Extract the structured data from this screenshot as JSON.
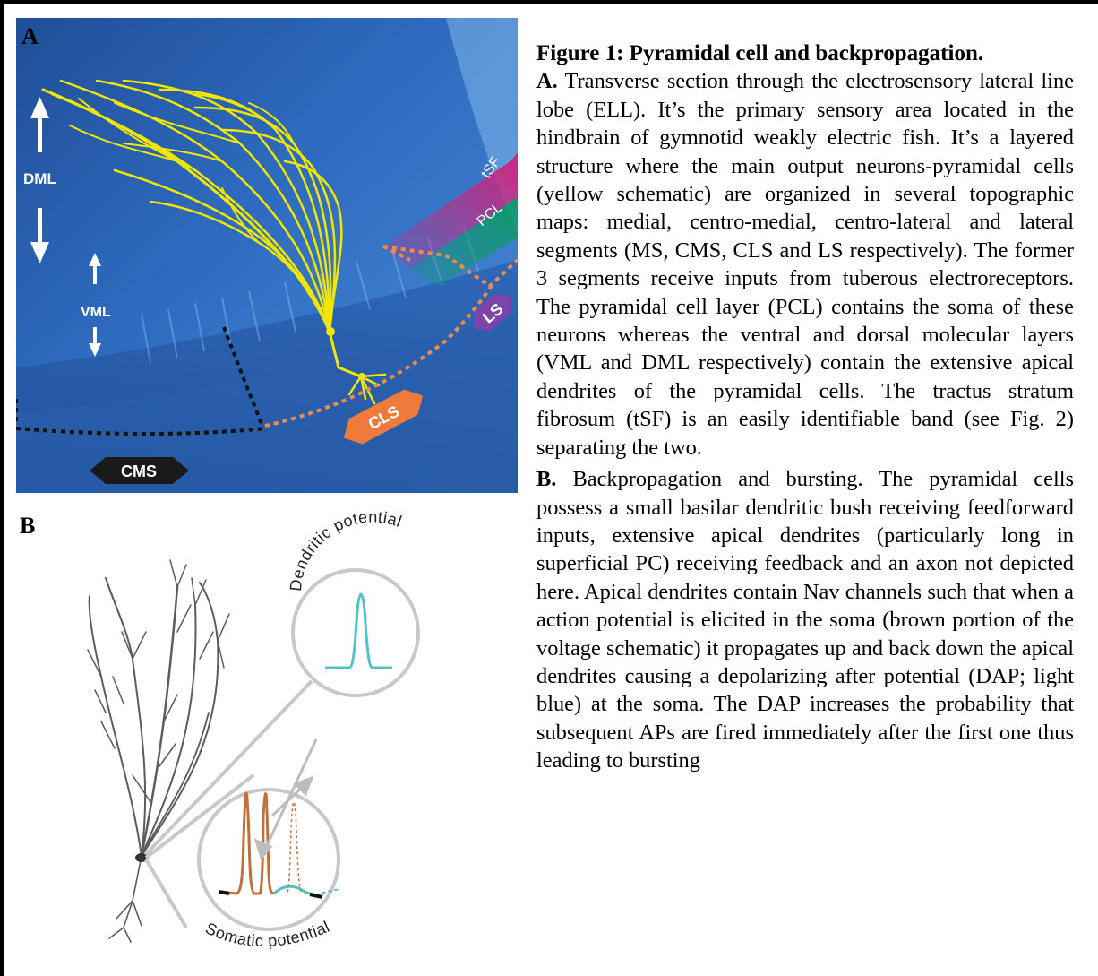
{
  "figure": {
    "title": "Figure 1: Pyramidal cell and backpropagation.",
    "panel_a_letter": "A",
    "panel_b_letter": "B",
    "caption_a_lead": "A.",
    "caption_a_text": "Transverse section through the electrosensory lateral line lobe (ELL). It’s the primary sensory area located in the hindbrain of gymnotid weakly electric fish. It’s a layered structure where the main output neurons-pyramidal cells (yellow schematic) are organized in several topographic maps: medial, centro-medial, centro-lateral and lateral segments (MS, CMS, CLS and LS respectively). The former 3 segments receive inputs from tuberous electroreceptors. The pyramidal cell layer (PCL) contains the soma of these neurons whereas the ventral and dorsal molecular layers (VML and DML respectively) contain the extensive apical dendrites of the pyramidal cells. The tractus stratum fibrosum (tSF) is an easily identifiable band (see Fig. 2) separating the two.",
    "caption_b_lead": "B.",
    "caption_b_text": "Backpropagation and bursting. The pyramidal cells possess a small basilar dendritic bush receiving feedforward inputs, extensive apical dendrites (particularly long in superficial PC) receiving feedback and an axon not depicted here. Apical dendrites contain Nav channels such that when a action potential is elicited in the soma (brown portion of the voltage schematic) it propagates up and back down the apical dendrites causing a depolarizing after potential (DAP; light blue) at the soma. The DAP increases the probability that subsequent APs are fired immediately after the first one thus leading to bursting"
  },
  "panel_a": {
    "labels": {
      "dml": "DML",
      "vml": "VML",
      "tsf": "tSF",
      "pcl": "PCL",
      "ls": "LS",
      "cls": "CLS",
      "cms": "CMS"
    },
    "colors": {
      "tissue": "#2a63b3",
      "neuron": "#f2e600",
      "tsf_band": "#d0217a",
      "pcl_band": "#0c9a63",
      "ls_tag": "#7a44a8",
      "cls_tag": "#ee7a3c",
      "cms_tag": "#1a1a1a",
      "boundary_orange": "#ef8a4a"
    }
  },
  "panel_b": {
    "labels": {
      "dendritic": "Dendritic potential",
      "somatic": "Somatic potential"
    },
    "colors": {
      "cell": "#555555",
      "dap": "#52c2c6",
      "spike": "#c2703a",
      "circle": "#c8c8c8"
    }
  }
}
